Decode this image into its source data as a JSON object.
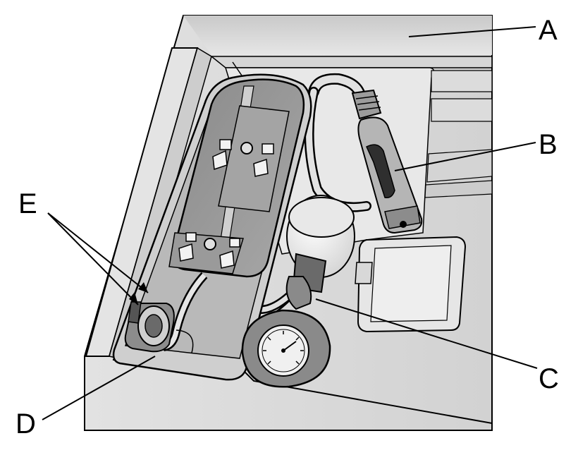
{
  "callouts": [
    {
      "id": "A",
      "letter": "A"
    },
    {
      "id": "B",
      "letter": "B"
    },
    {
      "id": "C",
      "letter": "C"
    },
    {
      "id": "D",
      "letter": "D"
    },
    {
      "id": "E",
      "letter": "E"
    }
  ],
  "colors": {
    "background": "#ffffff",
    "panel_fill": "#d8d8d8",
    "panel_light": "#e8e8e8",
    "panel_dark": "#c4c4c4",
    "compressor_fill": "#9a9a9a",
    "compressor_dark": "#6e6e6e",
    "gauge_face": "#f0f0f0",
    "outline": "#000000"
  },
  "icons": {
    "compressor": "tire-inflator-compressor-icon",
    "gauge": "pressure-gauge-icon",
    "plug": "power-plug-icon",
    "canister": "sealant-canister-icon"
  }
}
